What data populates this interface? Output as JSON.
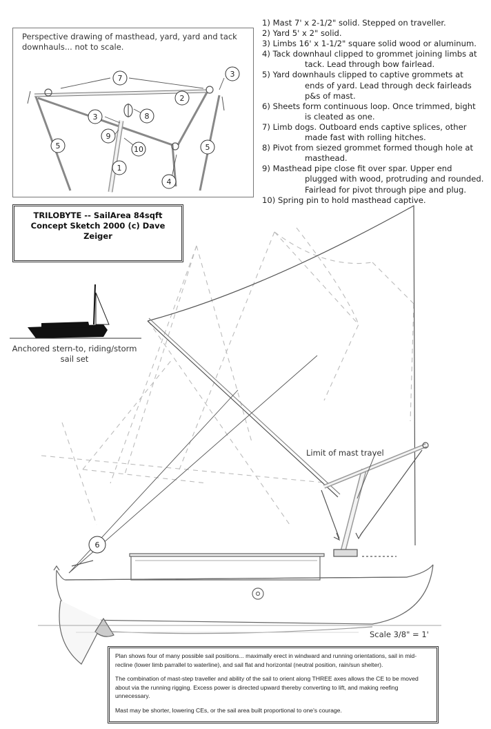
{
  "inset": {
    "caption": "Perspective drawing  of masthead, yard, yard and tack downhauls... not to scale.",
    "callouts": [
      "7",
      "3",
      "2",
      "8",
      "3",
      "9",
      "10",
      "5",
      "5",
      "1",
      "4"
    ]
  },
  "notes": [
    {
      "num": "1)",
      "text": "Mast 7' x 2-1/2\" solid.  Stepped on traveller.",
      "cont": ""
    },
    {
      "num": "2)",
      "text": "Yard 5' x 2\" solid.",
      "cont": ""
    },
    {
      "num": "3)",
      "text": "Limbs 16' x 1-1/2\" square solid wood or aluminum.",
      "cont": ""
    },
    {
      "num": "4)",
      "text": "Tack downhaul clipped to grommet joining limbs at",
      "cont": "tack.  Lead through bow fairlead."
    },
    {
      "num": "5)",
      "text": "Yard downhauls clipped to captive grommets at",
      "cont": "ends of yard.  Lead through deck fairleads|p&s of mast."
    },
    {
      "num": "6)",
      "text": "Sheets form continuous loop.  Once trimmed,  bight",
      "cont": "is cleated as one."
    },
    {
      "num": "7)",
      "text": "Limb dogs.  Outboard ends captive splices, other",
      "cont": "made fast with rolling hitches."
    },
    {
      "num": "8)",
      "text": "Pivot from siezed grommet formed though hole at",
      "cont": "masthead."
    },
    {
      "num": "9)",
      "text": "Masthead pipe close fit over spar.  Upper end",
      "cont": "plugged with wood, protruding and rounded.|Fairlead for pivot through pipe and plug."
    },
    {
      "num": "10)",
      "text": "Spring pin to hold masthead captive.",
      "cont": ""
    }
  ],
  "title_box": {
    "line1": "TRILOBYTE -- SailArea 84sqft",
    "line2": "Concept Sketch 2000 (c) Dave Zeiger"
  },
  "boat_caption": "Anchored stern-to, riding/storm sail set",
  "labels": {
    "mast_travel": "Limit of mast travel",
    "callout_6": "6",
    "scale": "Scale 3/8\" = 1'"
  },
  "bottom_box": {
    "p1": "Plan shows four of many possible sail positions... maximally erect in windward and running orientations, sail in mid-recline (lower limb parrallel to waterline), and sail flat and horizontal (neutral position, rain/sun shelter).",
    "p2": "The combination of mast-step traveller and ability of the sail to orient along THREE  axes allows the CE to be moved about via the running rigging.  Excess power is directed upward thereby converting to lift, and making reefing unnecessary.",
    "p3": "Mast may be shorter, lowering CEs, or the sail area built proportional to one's courage."
  }
}
